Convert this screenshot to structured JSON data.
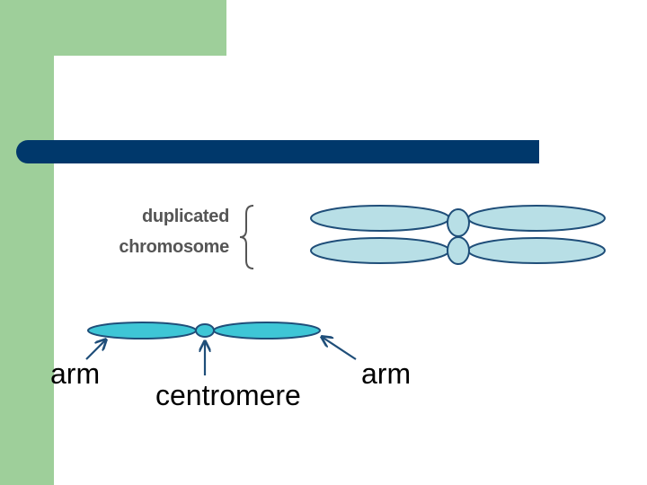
{
  "diagram": {
    "duplicated_label_line1": "duplicated",
    "duplicated_label_line2": "chromosome",
    "label_arm_left": "arm",
    "label_centromere": "centromere",
    "label_arm_right": "arm"
  },
  "colors": {
    "background_green": "#9ecf9a",
    "title_bar": "#00386b",
    "duplicated_fill": "#b8dfe6",
    "single_fill": "#3ec6d6",
    "outline": "#1f4e79"
  }
}
